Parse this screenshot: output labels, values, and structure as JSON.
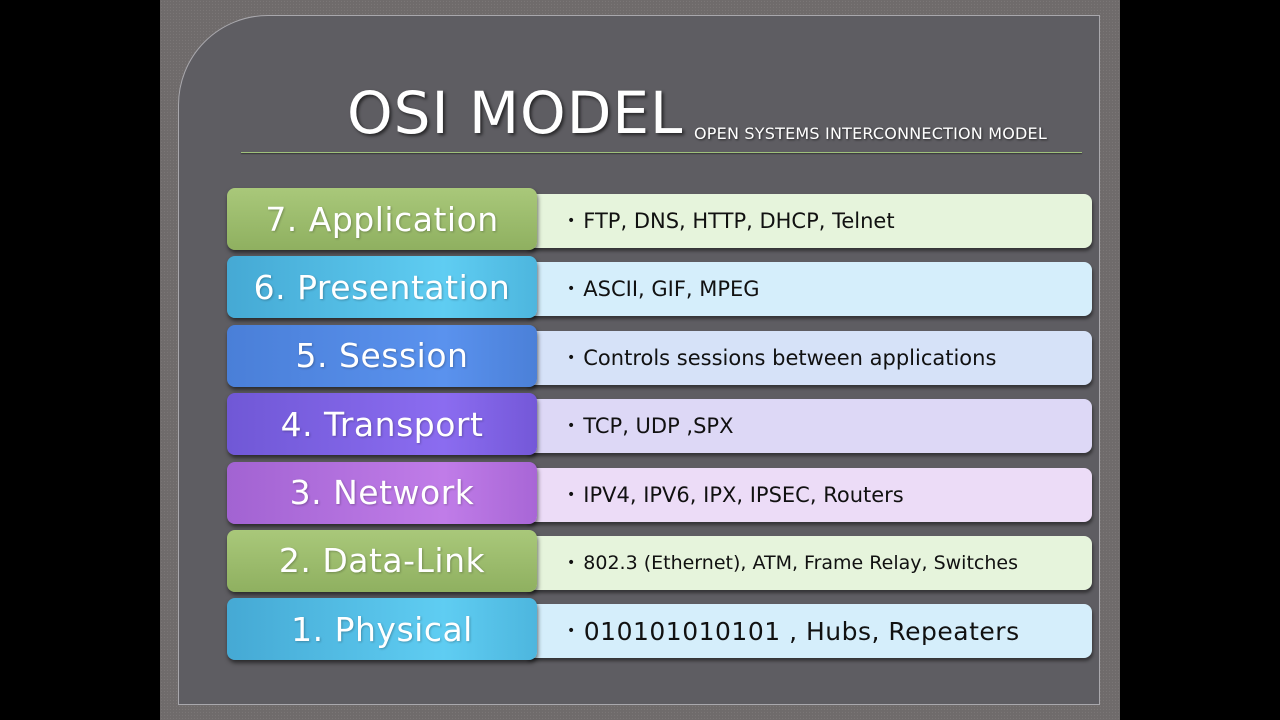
{
  "slide": {
    "title": "OSI MODEL",
    "subtitle": "OPEN SYSTEMS INTERCONNECTION MODEL"
  },
  "layers": [
    {
      "label": "7. Application",
      "description": "FTP, DNS, HTTP, DHCP, Telnet",
      "color": "#9dbb6c",
      "desc_bg": "#e6f4dc"
    },
    {
      "label": "6. Presentation",
      "description": "ASCII, GIF, MPEG",
      "color": "#4cb8e0",
      "desc_bg": "#d5eefb"
    },
    {
      "label": "5. Session",
      "description": "Controls sessions between applications",
      "color": "#4f86e0",
      "desc_bg": "#d6e2f8"
    },
    {
      "label": "4. Transport",
      "description": "TCP, UDP ,SPX",
      "color": "#7b5fe0",
      "desc_bg": "#ddd8f6"
    },
    {
      "label": "3. Network",
      "description": "IPV4, IPV6, IPX, IPSEC, Routers",
      "color": "#b06fdc",
      "desc_bg": "#ecdcf7"
    },
    {
      "label": "2. Data-Link",
      "description": "802.3 (Ethernet), ATM, Frame Relay, Switches",
      "color": "#9dbb6c",
      "desc_bg": "#e6f4dc"
    },
    {
      "label": "1. Physical",
      "description": "010101010101 , Hubs, Repeaters",
      "color": "#4cb8e0",
      "desc_bg": "#d5eefb"
    }
  ],
  "bullet": "•"
}
